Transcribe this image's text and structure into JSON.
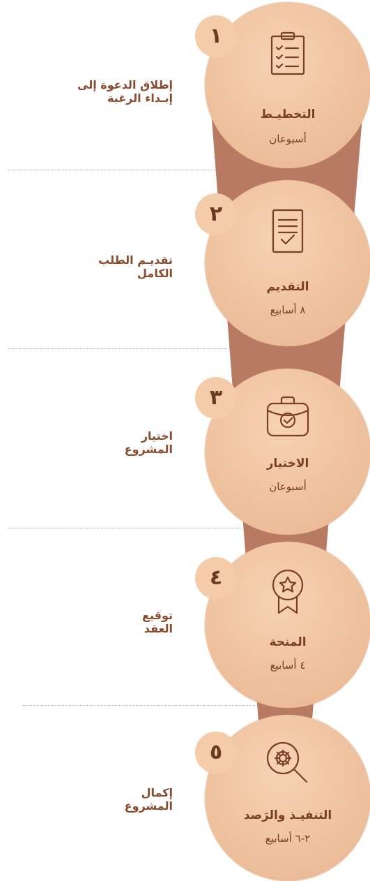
{
  "steps": [
    {
      "number": "١",
      "phase": "التخطيـط",
      "duration": "أسبوعان",
      "action": "إطلاق الدعوة إلى\nإبـداء الرغبة",
      "icon": "clipboard-checklist-icon"
    },
    {
      "number": "٢",
      "phase": "التقديم",
      "duration": "٨ أسابيع",
      "action": "تقديـم الطلب\nالكامل",
      "icon": "document-check-icon"
    },
    {
      "number": "٣",
      "phase": "الاختيار",
      "duration": "أسبوعان",
      "action": "اختيار\nالمشروع",
      "icon": "briefcase-check-icon"
    },
    {
      "number": "٤",
      "phase": "المنحة",
      "duration": "٤ أسابيع",
      "action": "توقيع\nالعقد",
      "icon": "award-ribbon-icon"
    },
    {
      "number": "٥",
      "phase": "التنفيـذ والرَصد",
      "duration": "٢-٦ أسابيع",
      "action": "إكمال\nالمشروع",
      "icon": "magnifier-gear-icon"
    }
  ],
  "colors": {
    "circle": "#efc29f",
    "funnel": "#b87a62",
    "text": "#7a3e27",
    "badge": "#f4cca9"
  }
}
